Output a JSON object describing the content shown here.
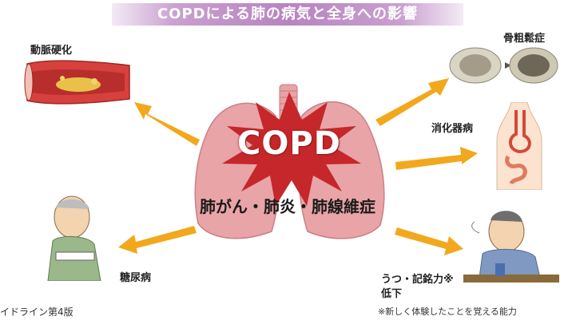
{
  "title": "COPDによる肺の病気と全身への影響",
  "center": {
    "main": "COPD",
    "diseases": "肺がん・肺炎・肺線維症"
  },
  "effects": {
    "arteriosclerosis": "動脈硬化",
    "osteoporosis": "骨粗鬆症",
    "digestive": "消化器病",
    "diabetes": "糖尿病",
    "depression_line1": "うつ・記銘力※",
    "depression_line2": "低下"
  },
  "footnote": "※新しく体験したことを覚える能力",
  "source": "イドライン第4版",
  "colors": {
    "title_bar": "#b784c0",
    "arrow": "#f2a81d",
    "lung": "#e89a9e",
    "burst": "#c5272b"
  }
}
